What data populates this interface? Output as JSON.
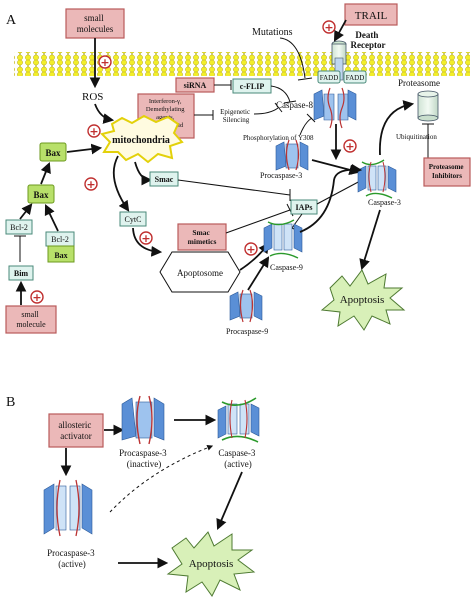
{
  "panel_a": {
    "letter": "A",
    "small_molecules_top": "small\nmolecules",
    "ros": "ROS",
    "trail": "TRAIL",
    "mutations": "Mutations",
    "death_receptor": "Death\nReceptor",
    "fadd_left": "FADD",
    "fadd_right": "FADD",
    "sirna": "siRNA",
    "cflip": "c-FLIP",
    "interferon": "Interferon-γ,\nDemethylating\nagents,\nRetinoic acid",
    "epigenetic": "Epigenetic\nSilencing",
    "caspase8": "Caspase-8",
    "phospho": "Phosphorylation of Y308",
    "proteasome": "Proteasome",
    "ubiquitination": "Ubiquitination",
    "mitochondria": "mitochondria",
    "bax_top": "Bax",
    "bax_mid": "Bax",
    "bcl2_left": "Bcl-2",
    "bcl2_right": "Bcl-2",
    "bax_box": "Bax",
    "bim": "Bim",
    "small_molecule_bottom": "small\nmolecule",
    "smac": "Smac",
    "cytc": "CytC",
    "smac_mimetics": "Smac\nmimetics",
    "iaps": "IAPs",
    "procaspase3": "Procaspase-3",
    "caspase3": "Caspase-3",
    "proteasome_inhibitors": "Proteasome\nInhibitors",
    "apoptosome": "Apoptosome",
    "caspase9": "Caspase-9",
    "procaspase9": "Procaspase-9",
    "apoptosis": "Apoptosis",
    "plus": "+"
  },
  "panel_b": {
    "letter": "B",
    "allosteric": "allosteric\nactivator",
    "procaspase3_inactive": "Procaspase-3\n(inactive)",
    "caspase3_active": "Caspase-3\n(active)",
    "procaspase3_active": "Procaspase-3\n(active)",
    "apoptosis": "Apoptosis"
  }
}
